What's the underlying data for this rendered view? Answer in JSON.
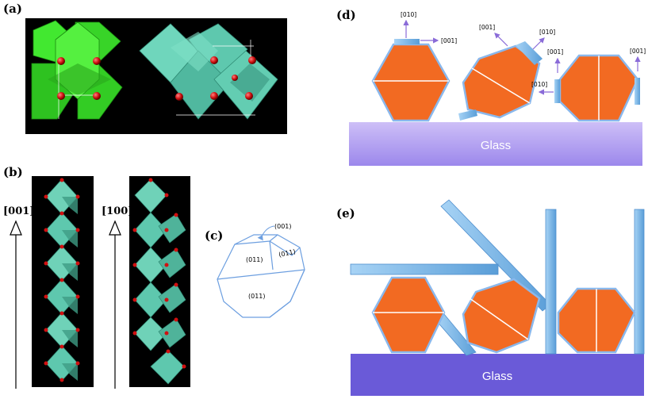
{
  "panels": {
    "a": {
      "label": "(a)"
    },
    "b": {
      "label": "(b)",
      "axis_left": "[001]",
      "axis_right": "[100]"
    },
    "c": {
      "label": "(c)",
      "top_face": "(001)",
      "upper_face": "(011)",
      "side_face": "(011)",
      "lower_face": "(011)"
    },
    "d": {
      "label": "(d)",
      "substrate": "Glass",
      "arrows": [
        "[010]",
        "[001]",
        "[001]",
        "[010]",
        "[001]",
        "[010]",
        "[001]"
      ]
    },
    "e": {
      "label": "(e)",
      "substrate": "Glass"
    }
  },
  "colors": {
    "panel_bg": "#000000",
    "bright_green": "#33dd22",
    "teal": "#5ec8ae",
    "crystal_orange": "#f26a22",
    "rod_blue": "#7ab8e8",
    "glass_d": "#b6a6f2",
    "glass_e": "#6a5ad8",
    "arrow_purple": "#8a6bd8"
  }
}
